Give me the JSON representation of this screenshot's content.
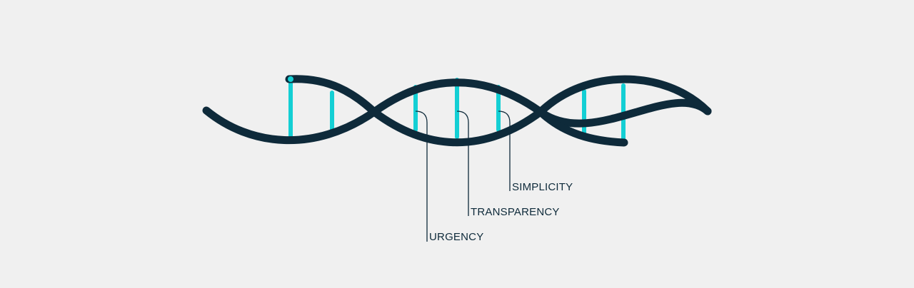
{
  "labels": {
    "urgency": "URGENCY",
    "transparency": "TRANSPARENCY",
    "simplicity": "SIMPLICITY"
  },
  "colors": {
    "background": "#f0f0f0",
    "strand": "#0e2a3a",
    "rung": "#14cfd4",
    "leader": "#0e2a3a",
    "text": "#0e2a3a"
  }
}
